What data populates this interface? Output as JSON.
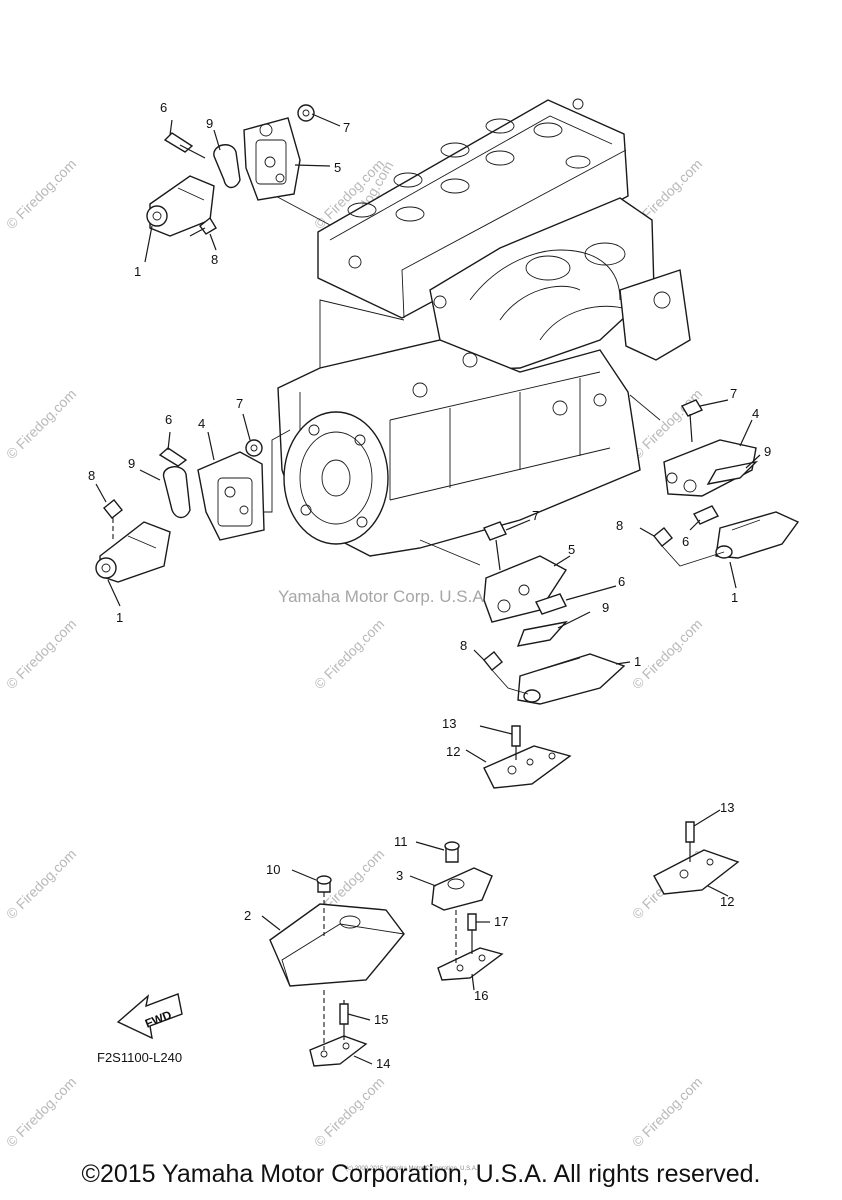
{
  "diagram": {
    "ref_code": "F2S1100-L240",
    "fwd_label": "FWD",
    "center_watermark": "Yamaha Motor Corp. U.S.A.",
    "copyright": "©2015 Yamaha Motor Corporation, U.S.A. All rights reserved.",
    "tiny_copyright": "(c) 2000-2015 Yamaha Motor Corporation, U.S.A.",
    "watermark_text": "© Firedog.com",
    "watermark_engine": "Firedog.com",
    "callouts": [
      {
        "id": "c1",
        "label": "6"
      },
      {
        "id": "c2",
        "label": "9"
      },
      {
        "id": "c3",
        "label": "7"
      },
      {
        "id": "c4",
        "label": "5"
      },
      {
        "id": "c5",
        "label": "1"
      },
      {
        "id": "c6",
        "label": "8"
      },
      {
        "id": "c7",
        "label": "6"
      },
      {
        "id": "c8",
        "label": "4"
      },
      {
        "id": "c9",
        "label": "7"
      },
      {
        "id": "c10",
        "label": "8"
      },
      {
        "id": "c11",
        "label": "9"
      },
      {
        "id": "c12",
        "label": "1"
      },
      {
        "id": "c13",
        "label": "7"
      },
      {
        "id": "c14",
        "label": "4"
      },
      {
        "id": "c15",
        "label": "9"
      },
      {
        "id": "c16",
        "label": "8"
      },
      {
        "id": "c17",
        "label": "6"
      },
      {
        "id": "c18",
        "label": "1"
      },
      {
        "id": "c19",
        "label": "7"
      },
      {
        "id": "c20",
        "label": "5"
      },
      {
        "id": "c21",
        "label": "6"
      },
      {
        "id": "c22",
        "label": "9"
      },
      {
        "id": "c23",
        "label": "8"
      },
      {
        "id": "c24",
        "label": "1"
      },
      {
        "id": "c25",
        "label": "13"
      },
      {
        "id": "c26",
        "label": "12"
      },
      {
        "id": "c27",
        "label": "11"
      },
      {
        "id": "c28",
        "label": "3"
      },
      {
        "id": "c29",
        "label": "10"
      },
      {
        "id": "c30",
        "label": "2"
      },
      {
        "id": "c31",
        "label": "17"
      },
      {
        "id": "c32",
        "label": "16"
      },
      {
        "id": "c33",
        "label": "15"
      },
      {
        "id": "c34",
        "label": "14"
      },
      {
        "id": "c35",
        "label": "13"
      },
      {
        "id": "c36",
        "label": "12"
      }
    ]
  }
}
